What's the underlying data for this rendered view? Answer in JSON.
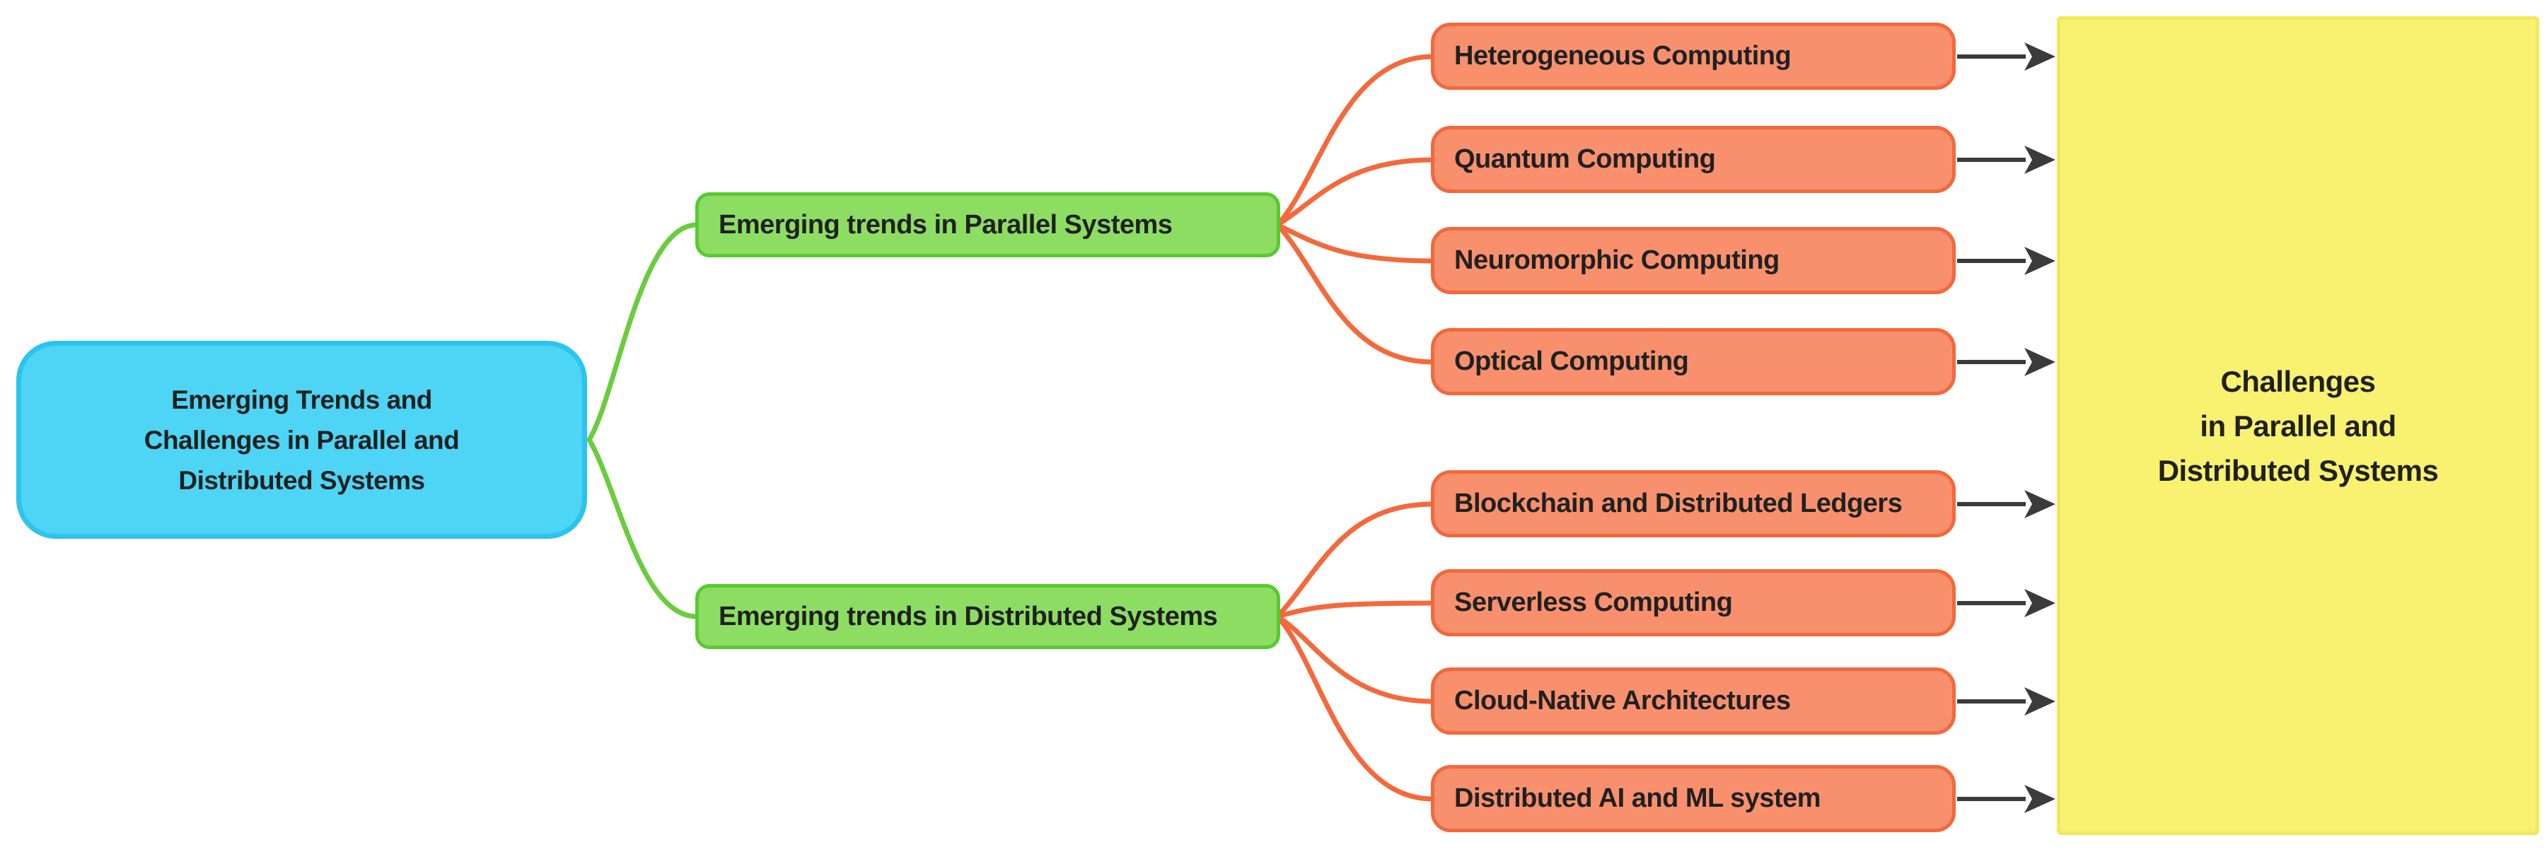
{
  "mindmap": {
    "root": {
      "lines": [
        "Emerging Trends and",
        "Challenges in Parallel and",
        "Distributed Systems"
      ]
    },
    "branches": [
      {
        "label": "Emerging trends in Parallel Systems",
        "children": [
          "Heterogeneous Computing",
          "Quantum Computing",
          "Neuromorphic Computing",
          "Optical Computing"
        ]
      },
      {
        "label": "Emerging trends in Distributed Systems",
        "children": [
          "Blockchain and Distributed Ledgers",
          "Serverless Computing",
          "Cloud-Native Architectures",
          "Distributed AI and ML system"
        ]
      }
    ],
    "sink": {
      "lines": [
        "Challenges",
        "in Parallel and",
        "Distributed Systems"
      ]
    },
    "colors": {
      "root_fill": "#4ed4f4",
      "root_border": "#2bc4ee",
      "branch_fill": "#8edd63",
      "branch_border": "#58ca31",
      "leaf_fill": "#f9906d",
      "leaf_border": "#f3683b",
      "sink_fill": "#f9f170",
      "sink_border": "#f0e95b",
      "edge_green": "#6bcc3e",
      "edge_orange": "#f4693c",
      "arrow": "#3b3b3b",
      "text": "#1f2120"
    }
  }
}
